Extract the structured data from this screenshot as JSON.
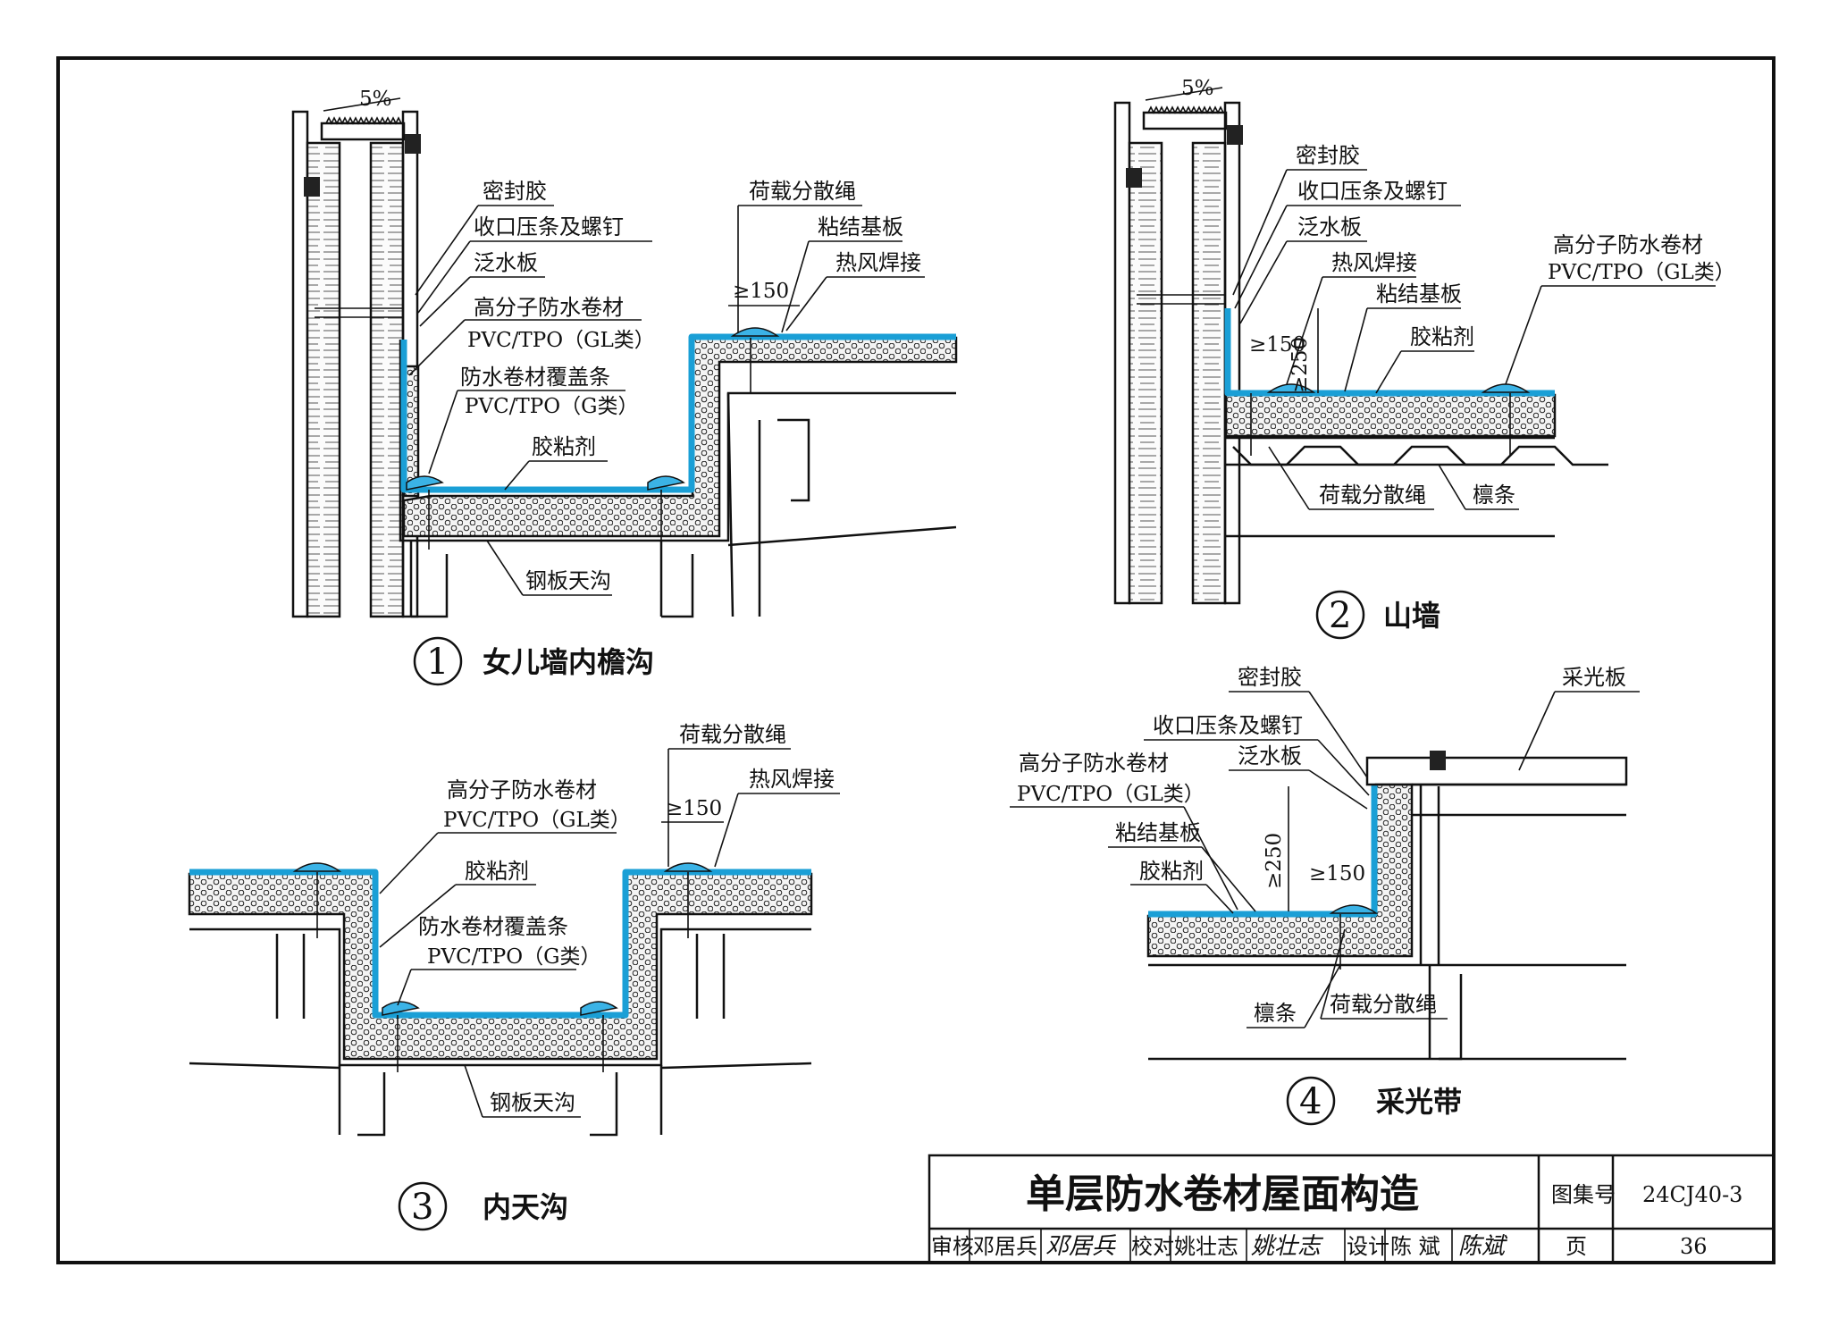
{
  "title_block": {
    "title": "单层防水卷材屋面构造",
    "atlas_label": "图集号",
    "atlas_no": "24CJ40-3",
    "page_label": "页",
    "page_no": "36",
    "review_label": "审核",
    "reviewer": "邓居兵",
    "reviewer_sig": "邓居兵",
    "check_label": "校对",
    "checker": "姚壮志",
    "checker_sig": "姚壮志",
    "design_label": "设计",
    "designer": "陈 斌",
    "designer_sig": "陈斌"
  },
  "details": [
    {
      "number": "1",
      "caption": "女儿墙内檐沟",
      "slope": "5%",
      "labels": {
        "sealant": "密封胶",
        "bar": "收口压条及螺钉",
        "flashing": "泛水板",
        "membrane": "高分子防水卷材",
        "membrane_type": "PVC/TPO（GL类）",
        "cover": "防水卷材覆盖条",
        "cover_type": "PVC/TPO（G类）",
        "adhesive": "胶粘剂",
        "gutter": "钢板天沟",
        "rope": "荷载分散绳",
        "board": "粘结基板",
        "weld": "热风焊接",
        "dim150": "≥150"
      }
    },
    {
      "number": "2",
      "caption": "山墙",
      "slope": "5%",
      "labels": {
        "sealant": "密封胶",
        "bar": "收口压条及螺钉",
        "flashing": "泛水板",
        "weld": "热风焊接",
        "board": "粘结基板",
        "adhesive": "胶粘剂",
        "membrane": "高分子防水卷材",
        "membrane_type": "PVC/TPO（GL类）",
        "rope": "荷载分散绳",
        "purlin": "檩条",
        "dim150": "≥150",
        "dim250": "≥250"
      }
    },
    {
      "number": "3",
      "caption": "内天沟",
      "labels": {
        "rope": "荷载分散绳",
        "membrane": "高分子防水卷材",
        "membrane_type": "PVC/TPO（GL类）",
        "weld": "热风焊接",
        "adhesive": "胶粘剂",
        "cover": "防水卷材覆盖条",
        "cover_type": "PVC/TPO（G类）",
        "gutter": "钢板天沟",
        "dim150": "≥150"
      }
    },
    {
      "number": "4",
      "caption": "采光带",
      "labels": {
        "sealant": "密封胶",
        "skylight": "采光板",
        "bar": "收口压条及螺钉",
        "flashing": "泛水板",
        "membrane": "高分子防水卷材",
        "membrane_type": "PVC/TPO（GL类）",
        "board": "粘结基板",
        "adhesive": "胶粘剂",
        "purlin": "檩条",
        "rope": "荷载分散绳",
        "dim150": "≥150",
        "dim250": "≥250"
      }
    }
  ],
  "colors": {
    "membrane": "#1a9fd6",
    "line": "#111111"
  }
}
